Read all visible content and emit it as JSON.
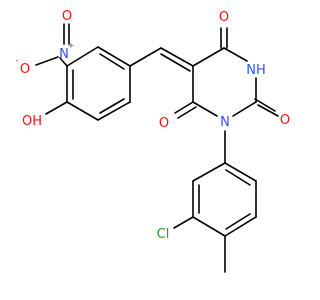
{
  "diagram": {
    "type": "chemical-structure",
    "colors": {
      "bond": "#000000",
      "oxygen": "#ff0d0d",
      "nitrogen": "#3050f8",
      "chlorine": "#1fa01f",
      "background": "#ffffff"
    },
    "labels": {
      "nitro_n": "N",
      "nitro_n_charge": "+",
      "nitro_o_top": "O",
      "nitro_o_left": "O",
      "nitro_o_left_charge": "-",
      "hydroxyl": "OH",
      "carbonyl_top": "O",
      "imide_nh": "NH",
      "carbonyl_right": "O",
      "carbonyl_left": "O",
      "ring_n": "N",
      "chloro": "Cl"
    }
  }
}
